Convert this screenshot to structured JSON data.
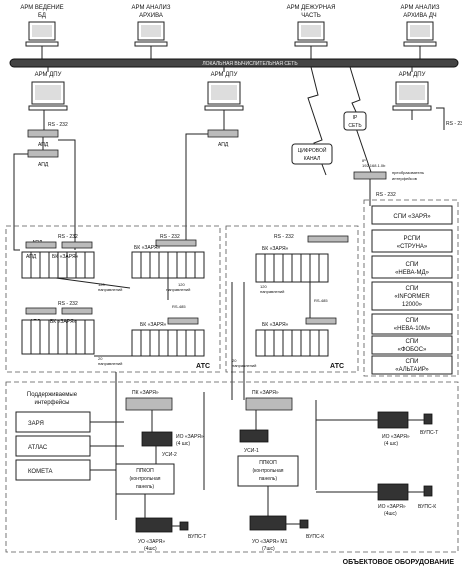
{
  "top_workstations": [
    {
      "line1": "АРМ ВЕДЕНИЕ",
      "line2": "БД"
    },
    {
      "line1": "АРМ АНАЛИЗ",
      "line2": "АРХИВА"
    },
    {
      "line1": "АРМ ДЕЖУРНАЯ",
      "line2": "ЧАСТЬ"
    },
    {
      "line1": "АРМ АНАЛИЗ",
      "line2": "АРХИВА ДЧ"
    }
  ],
  "lan_label": "ЛОКАЛЬНАЯ ВЫЧИСЛИТЕЛЬНАЯ СЕТЬ",
  "dpu_label": "АРМ ДПУ",
  "apd_label": "АПД",
  "rs232": "RS - 232",
  "digital_channel": {
    "line1": "ЦИФРОВОЙ",
    "line2": "КАНАЛ"
  },
  "ip_network": {
    "line1": "IP",
    "line2": "СЕТЬ"
  },
  "ip_address": {
    "line1": "IP",
    "line2": "192.168.1.0b"
  },
  "converter_label": {
    "line1": "преобразователь",
    "line2": "интерфейсов"
  },
  "bk_label": "БК «ЗАРЯ»",
  "directions_label": {
    "line1": "120",
    "line2": "направлений"
  },
  "directions_20": {
    "line1": "20",
    "line2": "направлений"
  },
  "rs485": "RS-485",
  "ats_label": "АТС",
  "spi_systems": [
    {
      "line1": "СПИ «ЗАРЯ»",
      "line2": ""
    },
    {
      "line1": "РСПИ",
      "line2": "«СТРУНА»"
    },
    {
      "line1": "СПИ",
      "line2": "«НЕВА-МД»"
    },
    {
      "line1": "СПИ",
      "line2": "«INFORMER",
      "line3": "12000»"
    },
    {
      "line1": "СПИ",
      "line2": "«НЕВА-10М»"
    },
    {
      "line1": "СПИ",
      "line2": "«ФОБОС»"
    },
    {
      "line1": "СПИ",
      "line2": "«АЛЬТАИР»"
    }
  ],
  "supported_interfaces": {
    "line1": "Поддерживаемые",
    "line2": "интерфейсы"
  },
  "interfaces": [
    "ЗАРЯ",
    "АТЛАС",
    "КОМЕТА"
  ],
  "pk_label": "ПК «ЗАРЯ»",
  "io_label": "ИО «ЗАРЯ»",
  "io_4": "(4 шс)",
  "io_4b": "(4шс)",
  "usi2": "УСИ-2",
  "usi1": "УСИ-1",
  "pkop": {
    "line1": "ППКОП",
    "line2": "(контрольная",
    "line3": "панель)"
  },
  "uo_left": {
    "line1": "УО «ЗАРЯ»",
    "line2": "(4шс)"
  },
  "uo_mid": {
    "line1": "УО «ЗАРЯ» М1",
    "line2": "(7шс)"
  },
  "vups_t": "ВУПС-Т",
  "vups_k": "ВУПС-К",
  "footer": "ОБЪЕКТОВОЕ ОБОРУДОВАНИЕ"
}
